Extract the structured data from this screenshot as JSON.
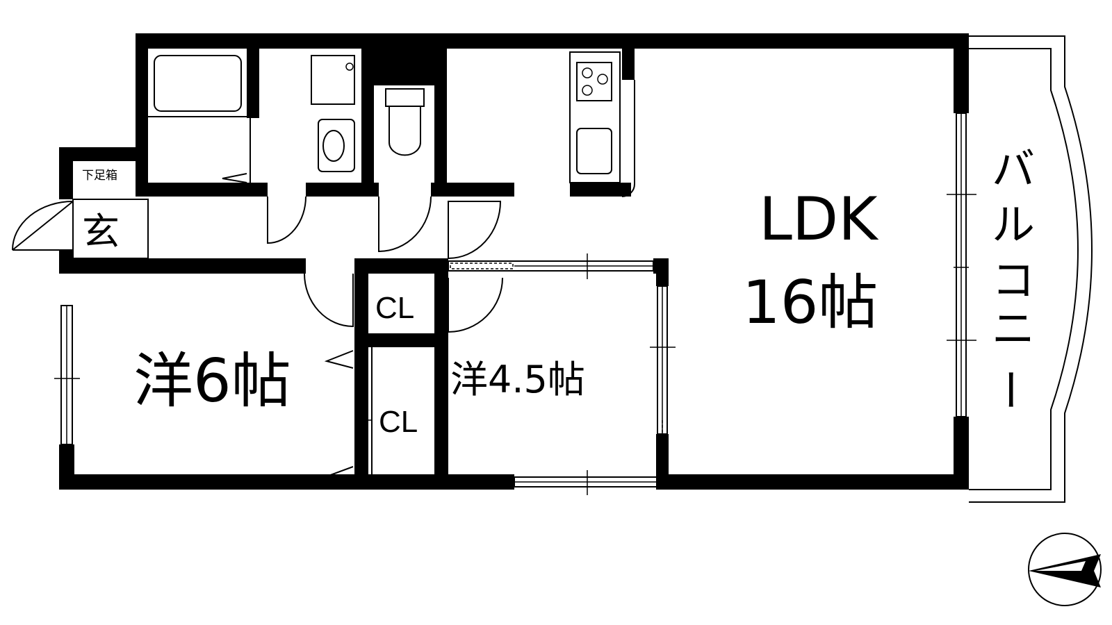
{
  "rooms": {
    "ldk": {
      "name": "LDK",
      "size": "16帖"
    },
    "western_6": "洋6帖",
    "western_45": "洋4.5帖",
    "entrance": "玄",
    "shoe_box": "下足箱",
    "closet_1": "CL",
    "closet_2": "CL",
    "balcony": [
      "バ",
      "ル",
      "コ",
      "ニ",
      "ー"
    ]
  },
  "icons": {
    "compass": "north-arrow-icon",
    "bathtub": "bathtub-icon",
    "washbasin": "washbasin-icon",
    "toilet": "toilet-icon",
    "stove": "gas-stove-icon",
    "sink": "kitchen-sink-icon"
  },
  "colors": {
    "wall": "#000000",
    "background": "#ffffff"
  }
}
